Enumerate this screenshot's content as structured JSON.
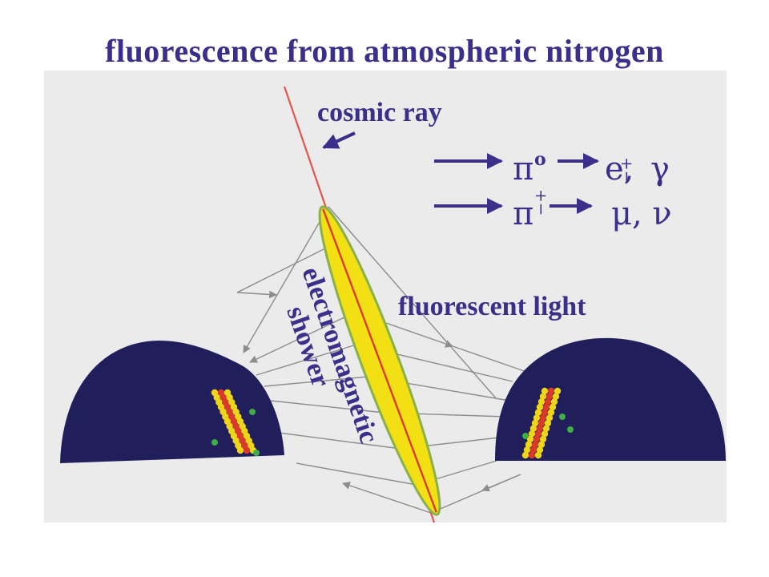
{
  "title": "fluorescence from atmospheric nitrogen",
  "labels": {
    "cosmic_ray": "cosmic ray",
    "fluorescent_light": "fluorescent light",
    "shower_line1": "electromagnetic",
    "shower_line2": "shower"
  },
  "reactions": {
    "row1_parent": "π",
    "row1_parent_sup": "o",
    "row1_product_e": "e,",
    "row1_product_pm": "+−",
    "row1_product_gamma": "γ",
    "row2_parent": "π",
    "row2_parent_pm": "+−",
    "row2_products": "μ, ν"
  },
  "colors": {
    "title": "#3a2f8a",
    "photo_bg": "#ebebeb",
    "mirror": "#211e5c",
    "cosmic_ray": "#e0564a",
    "shower_fill": "#f2e014",
    "shower_edge": "#8ab04a",
    "light_rays": "#8c8c8c",
    "arrows": "#3a2f8a"
  },
  "pixel_colors": {
    "red": "#d93a2a",
    "yellow": "#ecd51a",
    "green": "#3fae48"
  }
}
